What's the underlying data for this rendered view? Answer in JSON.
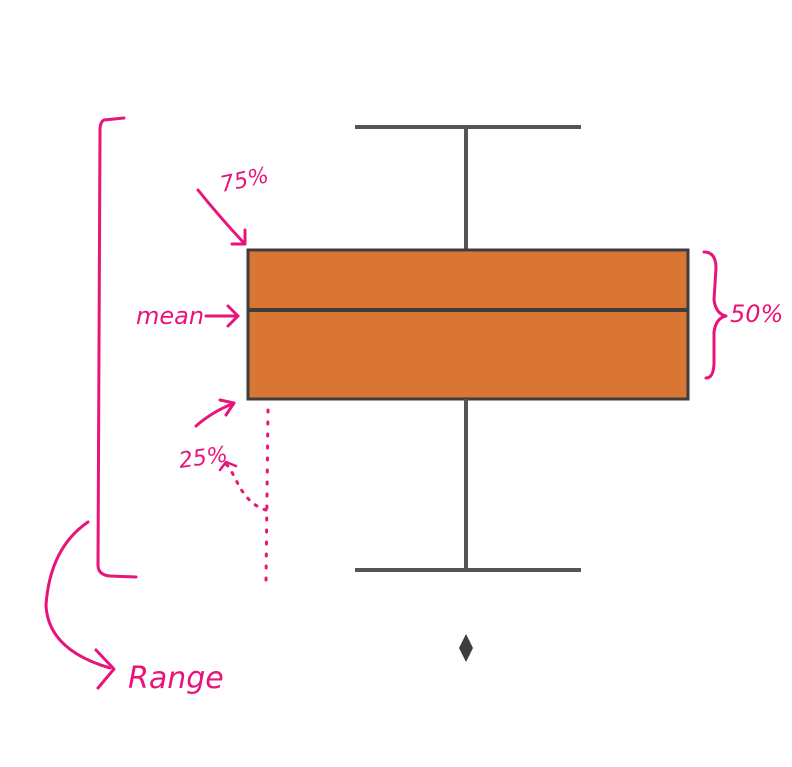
{
  "annotations": {
    "p75": "75%",
    "mean": "mean",
    "p25": "25%",
    "iqr": "50%",
    "range": "Range"
  },
  "colors": {
    "box_fill": "#d97634",
    "box_edge": "#3d3d3d",
    "whisker": "#555555",
    "ink": "#e8147a"
  },
  "icons": {
    "outlier": "diamond-marker"
  }
}
